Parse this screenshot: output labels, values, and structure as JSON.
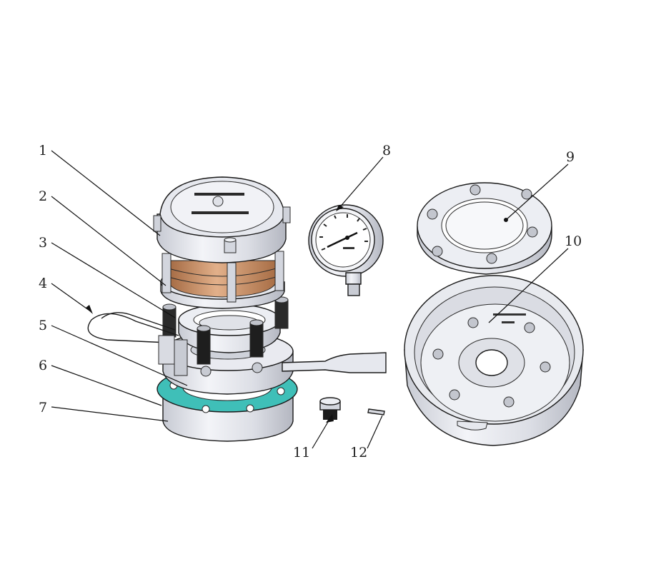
{
  "colors": {
    "metal_light": "#ecedf2",
    "metal_mid": "#d6d8e0",
    "metal_dark": "#b9bcc6",
    "gasket": "#3fbfb8",
    "bellows": "#c98f62",
    "bolt": "#1c1c1c"
  },
  "callouts": [
    {
      "id": "1",
      "label": "1"
    },
    {
      "id": "2",
      "label": "2"
    },
    {
      "id": "3",
      "label": "3"
    },
    {
      "id": "4",
      "label": "4"
    },
    {
      "id": "5",
      "label": "5"
    },
    {
      "id": "6",
      "label": "6"
    },
    {
      "id": "7",
      "label": "7"
    },
    {
      "id": "8",
      "label": "8"
    },
    {
      "id": "9",
      "label": "9"
    },
    {
      "id": "10",
      "label": "10"
    },
    {
      "id": "11",
      "label": "11"
    },
    {
      "id": "12",
      "label": "12"
    }
  ]
}
